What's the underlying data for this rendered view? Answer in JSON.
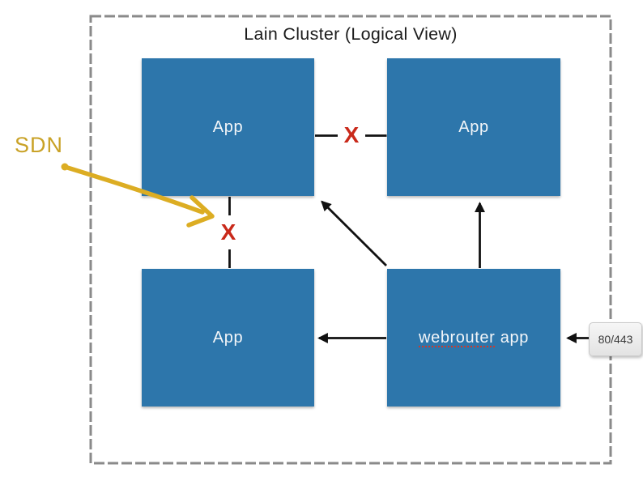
{
  "title": "Lain Cluster (Logical View)",
  "nodes": {
    "app_top_left": {
      "label": "App"
    },
    "app_top_right": {
      "label": "App"
    },
    "app_bottom_left": {
      "label": "App"
    },
    "webrouter": {
      "label_main": "webrouter",
      "label_suffix": "app"
    }
  },
  "annotations": {
    "sdn": "SDN",
    "x_top": "X",
    "x_left": "X",
    "port_badge": "80/443"
  },
  "colors": {
    "node_fill": "#2d76ab",
    "node_text": "#f3f6f9",
    "x_mark": "#c9291a",
    "sdn_gold": "#c9a227",
    "sdn_arrow": "#dcad23",
    "arrow_black": "#111111",
    "frame_gray": "#8a8a8a",
    "badge_bg": "#ededed",
    "badge_text": "#3a3a3a",
    "spellcheck_underline": "#cf3a2a"
  }
}
